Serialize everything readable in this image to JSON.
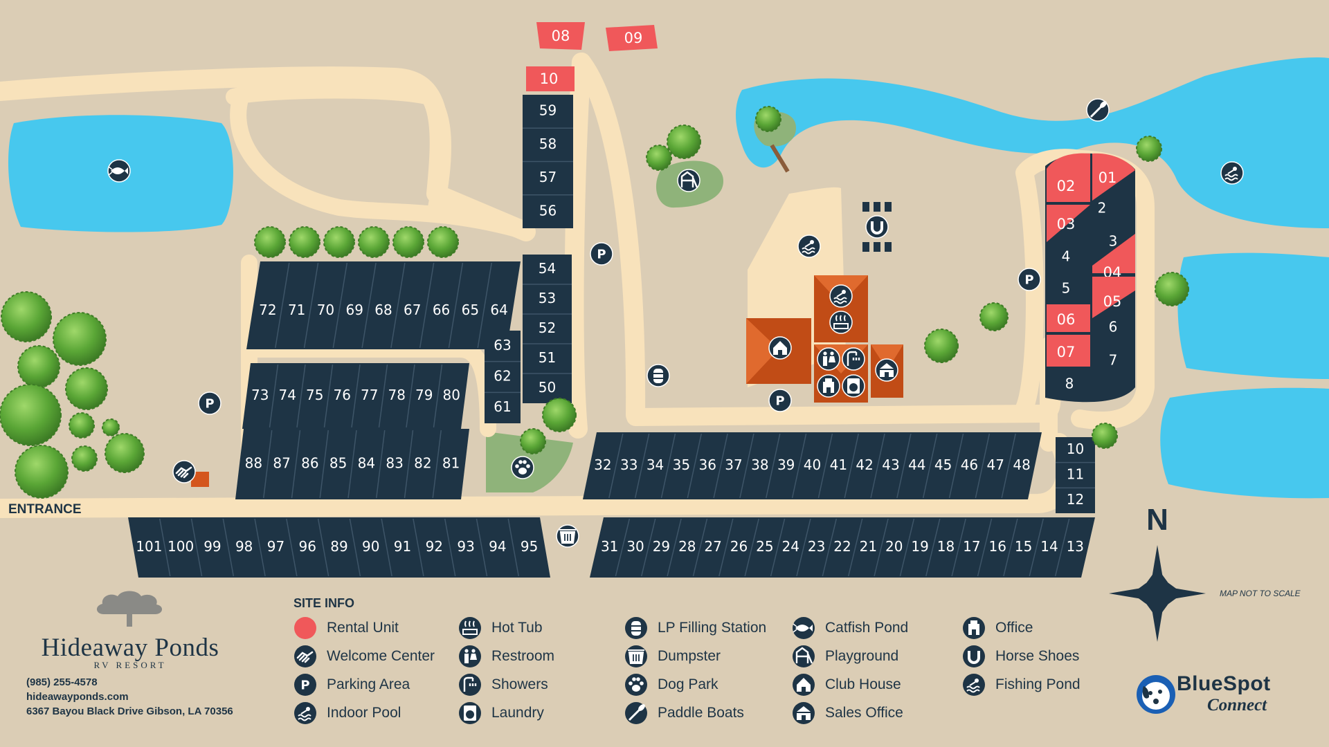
{
  "map": {
    "entrance_label": "ENTRANCE",
    "north_label": "N",
    "scale_note": "MAP NOT TO SCALE",
    "rental_units": [
      "08",
      "09",
      "10",
      "02",
      "01",
      "03",
      "04",
      "05",
      "06",
      "07"
    ],
    "sites": {
      "top_column": [
        "59",
        "58",
        "57",
        "56"
      ],
      "row_71_72": [
        "72",
        "71",
        "70",
        "69",
        "68",
        "67",
        "66",
        "65",
        "64"
      ],
      "col_50_54": [
        "54",
        "53",
        "52",
        "51",
        "50"
      ],
      "col_61_63": [
        "63",
        "62",
        "61"
      ],
      "row_73_80": [
        "73",
        "74",
        "75",
        "76",
        "77",
        "78",
        "79",
        "80"
      ],
      "row_81_88": [
        "88",
        "87",
        "86",
        "85",
        "84",
        "83",
        "82",
        "81"
      ],
      "row_32_48": [
        "32",
        "33",
        "34",
        "35",
        "36",
        "37",
        "38",
        "39",
        "40",
        "41",
        "42",
        "43",
        "44",
        "45",
        "46",
        "47",
        "48"
      ],
      "bottom_left": [
        "101",
        "100",
        "99",
        "98",
        "97",
        "96",
        "89",
        "90",
        "91",
        "92",
        "93",
        "94",
        "95"
      ],
      "bottom_right": [
        "31",
        "30",
        "29",
        "28",
        "27",
        "26",
        "25",
        "24",
        "23",
        "22",
        "21",
        "20",
        "19",
        "18",
        "17",
        "16",
        "15",
        "14",
        "13"
      ],
      "col_10_12": [
        "10",
        "11",
        "12"
      ],
      "loop_right": [
        "2",
        "3",
        "4",
        "5",
        "6",
        "7",
        "8"
      ]
    }
  },
  "legend": {
    "title": "SITE INFO",
    "items": [
      {
        "icon": "rental-unit-icon",
        "label": "Rental Unit"
      },
      {
        "icon": "welcome-center-icon",
        "label": "Welcome Center"
      },
      {
        "icon": "parking-icon",
        "label": "Parking Area"
      },
      {
        "icon": "indoor-pool-icon",
        "label": "Indoor Pool"
      },
      {
        "icon": "hot-tub-icon",
        "label": "Hot Tub"
      },
      {
        "icon": "restroom-icon",
        "label": "Restroom"
      },
      {
        "icon": "showers-icon",
        "label": "Showers"
      },
      {
        "icon": "laundry-icon",
        "label": "Laundry"
      },
      {
        "icon": "lp-station-icon",
        "label": "LP Filling Station"
      },
      {
        "icon": "dumpster-icon",
        "label": "Dumpster"
      },
      {
        "icon": "dog-park-icon",
        "label": "Dog Park"
      },
      {
        "icon": "paddle-boats-icon",
        "label": "Paddle Boats"
      },
      {
        "icon": "catfish-pond-icon",
        "label": "Catfish Pond"
      },
      {
        "icon": "playground-icon",
        "label": "Playground"
      },
      {
        "icon": "club-house-icon",
        "label": "Club House"
      },
      {
        "icon": "sales-office-icon",
        "label": "Sales Office"
      },
      {
        "icon": "office-icon",
        "label": "Office"
      },
      {
        "icon": "horse-shoes-icon",
        "label": "Horse Shoes"
      },
      {
        "icon": "fishing-pond-icon",
        "label": "Fishing Pond"
      }
    ]
  },
  "brand": {
    "name": "Hideaway Ponds",
    "subtitle": "RV RESORT",
    "phone": "(985) 255-4578",
    "website": "hideawayponds.com",
    "address": "6367 Bayou Black Drive Gibson, LA 70356"
  },
  "partner": {
    "name": "BlueSpot",
    "subtitle": "Connect"
  },
  "colors": {
    "background": "#dbcdb5",
    "water": "#47c8ee",
    "road": "#f8e2bb",
    "site": "#1e3445",
    "rental": "#f0585a",
    "building": "#d4561d",
    "tree": "#5aa636",
    "grass": "#8fb37a"
  }
}
